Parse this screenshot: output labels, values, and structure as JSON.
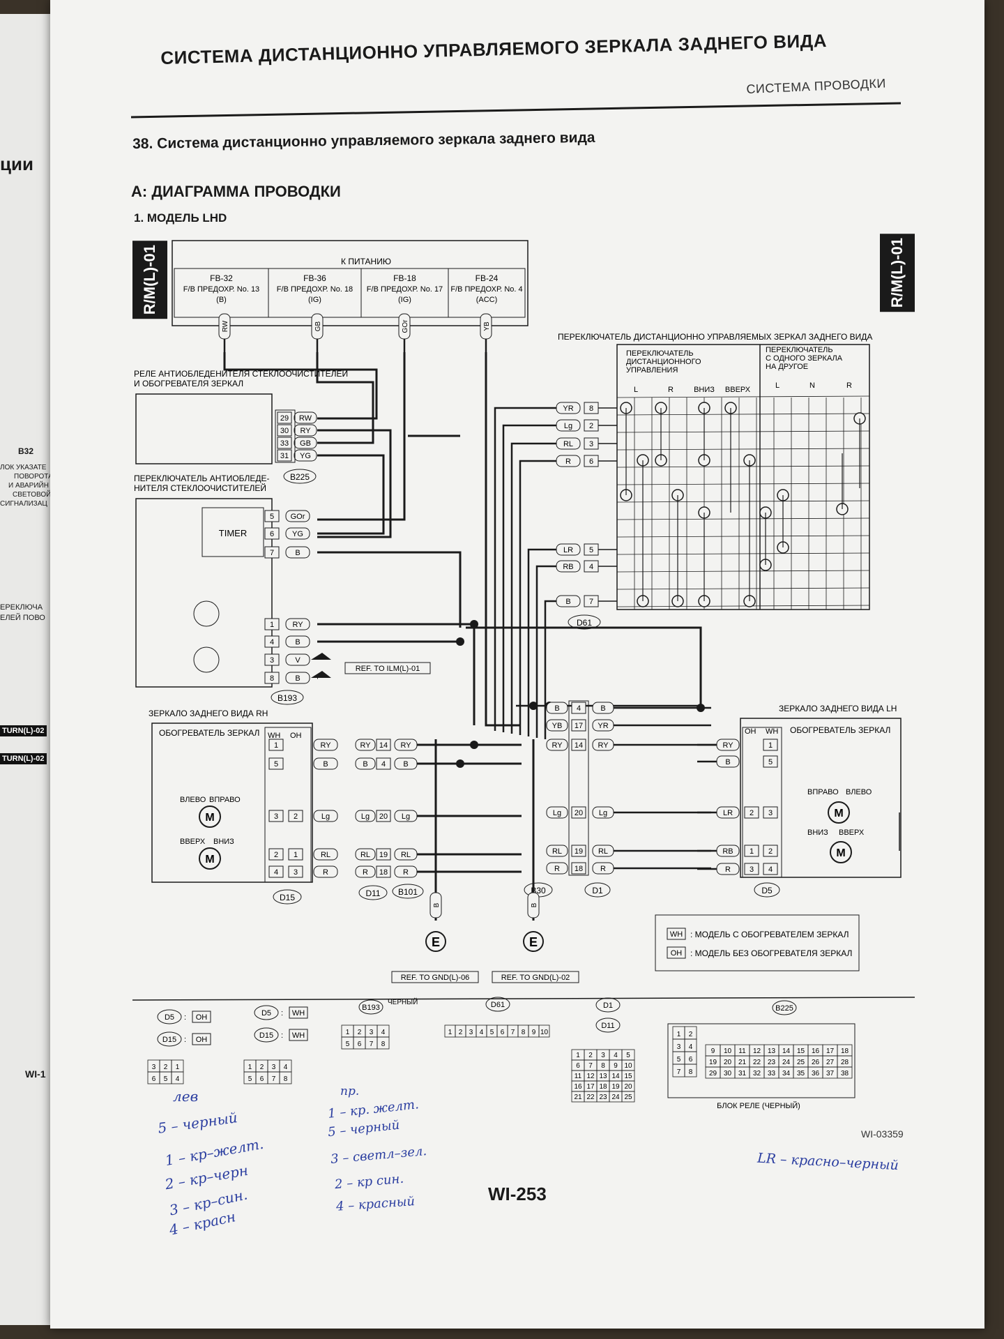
{
  "page": {
    "main_title": "СИСТЕМА ДИСТАНЦИОННО УПРАВЛЯЕМОГО ЗЕРКАЛА ЗАДНЕГО ВИДА",
    "section_label": "СИСТЕМА ПРОВОДКИ",
    "heading": "38. Система дистанционно управляемого зеркала заднего вида",
    "subheading": "A: ДИАГРАММА ПРОВОДКИ",
    "model": "1. МОДЕЛЬ LHD",
    "side_tag": "R/M(L)-01",
    "page_number": "WI-253",
    "ref_id": "WI-03359"
  },
  "left_page": {
    "lines": [
      "ции",
      "B32",
      "ЛОК УКАЗАТЕ",
      "ПОВОРОТА",
      "И АВАРИЙН",
      "СВЕТОВОЙ",
      "СИГНАЛИЗАЦ",
      "ЕРЕКЛЮЧА",
      "ЕЛЕЙ ПОВО",
      "TURN(L)-02",
      "TURN(L)-02",
      "WI-1"
    ]
  },
  "power": {
    "title": "К ПИТАНИЮ",
    "fuses": [
      {
        "name": "FB-32",
        "desc": "F/B ПРЕДОХР. No. 13",
        "src": "(B)",
        "wire": "RW"
      },
      {
        "name": "FB-36",
        "desc": "F/B ПРЕДОХР. No. 18",
        "src": "(IG)",
        "wire": "GB"
      },
      {
        "name": "FB-18",
        "desc": "F/B ПРЕДОХР. No. 17",
        "src": "(IG)",
        "wire": "GOr"
      },
      {
        "name": "FB-24",
        "desc": "F/B ПРЕДОХР. No. 4",
        "src": "(ACC)",
        "wire": "YB"
      }
    ]
  },
  "relay": {
    "title1": "РЕЛЕ АНТИОБЛЕДЕНИТЕЛЯ СТЕКЛООЧИСТИТЕЛЕЙ",
    "title2": "И ОБОГРЕВАТЕЛЯ ЗЕРКАЛ",
    "connector": "B225",
    "pins": [
      {
        "pin": "29",
        "wire": "RW"
      },
      {
        "pin": "30",
        "wire": "RY"
      },
      {
        "pin": "33",
        "wire": "GB"
      },
      {
        "pin": "31",
        "wire": "YG"
      }
    ]
  },
  "deicer_switch": {
    "title1": "ПЕРЕКЛЮЧАТЕЛЬ АНТИОБЛЕДЕ-",
    "title2": "НИТЕЛЯ СТЕКЛООЧИСТИТЕЛЕЙ",
    "timer": "TIMER",
    "connector": "B193",
    "ref": "REF. TO ILM(L)-01",
    "pins": [
      {
        "pin": "5",
        "wire": "GOr"
      },
      {
        "pin": "6",
        "wire": "YG"
      },
      {
        "pin": "7",
        "wire": "B"
      },
      {
        "pin": "1",
        "wire": "RY"
      },
      {
        "pin": "4",
        "wire": "B"
      },
      {
        "pin": "3",
        "wire": "V"
      },
      {
        "pin": "8",
        "wire": "B"
      }
    ]
  },
  "mirror_switch": {
    "title": "ПЕРЕКЛЮЧАТЕЛЬ ДИСТАНЦИОННО УПРАВЛЯЕМЫХ ЗЕРКАЛ ЗАДНЕГО ВИДА",
    "group1": [
      "ПЕРЕКЛЮЧАТЕЛЬ",
      "ДИСТАНЦИОННОГО",
      "УПРАВЛЕНИЯ"
    ],
    "group2": [
      "ПЕРЕКЛЮЧАТЕЛЬ",
      "С ОДНОГО ЗЕРКАЛА",
      "НА ДРУГОЕ"
    ],
    "cols1": [
      "L",
      "R",
      "ВНИЗ",
      "ВВЕРХ"
    ],
    "cols2": [
      "L",
      "N",
      "R"
    ],
    "connector": "D61",
    "pins": [
      {
        "pin": "8",
        "wire": "YR"
      },
      {
        "pin": "2",
        "wire": "Lg"
      },
      {
        "pin": "3",
        "wire": "RL"
      },
      {
        "pin": "6",
        "wire": "R"
      },
      {
        "pin": "5",
        "wire": "LR"
      },
      {
        "pin": "4",
        "wire": "RB"
      },
      {
        "pin": "7",
        "wire": "B"
      }
    ]
  },
  "mirror_rh": {
    "title": "ЗЕРКАЛО ЗАДНЕГО ВИДА RH",
    "heater": "ОБОГРЕВАТЕЛЬ ЗЕРКАЛ",
    "wh": "WH",
    "oh": "OH",
    "m1_left": "ВЛЕВО",
    "m1_right": "ВПРАВО",
    "m2_up": "ВВЕРХ",
    "m2_down": "ВНИЗ",
    "motor": "M",
    "connector": "D15",
    "conn2": "D11",
    "conn3": "B101",
    "pins": [
      {
        "a": "1",
        "b": "",
        "wire": "RY",
        "mid": "14",
        "out": "RY"
      },
      {
        "a": "5",
        "b": "",
        "wire": "B",
        "mid": "4",
        "out": "B"
      },
      {
        "a": "3",
        "b": "2",
        "wire": "Lg",
        "mid": "20",
        "out": "Lg"
      },
      {
        "a": "2",
        "b": "1",
        "wire": "RL",
        "mid": "19",
        "out": "RL"
      },
      {
        "a": "4",
        "b": "3",
        "wire": "R",
        "mid": "18",
        "out": "R"
      }
    ]
  },
  "mirror_lh": {
    "title": "ЗЕРКАЛО ЗАДНЕГО ВИДА LH",
    "heater": "ОБОГРЕВАТЕЛЬ ЗЕРКАЛ",
    "wh": "WH",
    "oh": "OH",
    "m1_right": "ВПРАВО",
    "m1_left": "ВЛЕВО",
    "m2_down": "ВНИЗ",
    "m2_up": "ВВЕРХ",
    "motor": "M",
    "connector": "D5",
    "pins": [
      {
        "a": "",
        "b": "1",
        "wire": "RY"
      },
      {
        "a": "",
        "b": "5",
        "wire": "B"
      },
      {
        "a": "2",
        "b": "3",
        "wire": "LR"
      },
      {
        "a": "1",
        "b": "2",
        "wire": "RB"
      },
      {
        "a": "3",
        "b": "4",
        "wire": "R"
      }
    ]
  },
  "center_conn": {
    "conn1": "B30",
    "conn2": "D1",
    "pins": [
      {
        "l": "B",
        "pin": "4",
        "r": "B"
      },
      {
        "l": "YB",
        "pin": "17",
        "r": "YR"
      },
      {
        "l": "RY",
        "pin": "14",
        "r": "RY"
      },
      {
        "l": "Lg",
        "pin": "20",
        "r": "Lg"
      },
      {
        "l": "RL",
        "pin": "19",
        "r": "RL"
      },
      {
        "l": "R",
        "pin": "18",
        "r": "R"
      }
    ]
  },
  "ground": {
    "symbol": "E",
    "wire": "B",
    "ref1": "REF. TO GND(L)-06",
    "ref2": "REF. TO GND(L)-02"
  },
  "legend": {
    "wh_key": "WH",
    "wh_text": ": МОДЕЛЬ С ОБОГРЕВАТЕЛЕМ ЗЕРКАЛ",
    "oh_key": "OH",
    "oh_text": ": МОДЕЛЬ БЕЗ ОБОГРЕВАТЕЛЯ ЗЕРКАЛ"
  },
  "connector_views": {
    "d5": "D5",
    "d15": "D15",
    "oh": "OH",
    "wh": "WH",
    "b193": "B193",
    "black": "ЧЕРНЫЙ",
    "d61": "D61",
    "d1": "D1",
    "d11": "D11",
    "b225": "B225",
    "relay_block": "БЛОК РЕЛЕ (ЧЕРНЫЙ)",
    "six_pin": [
      "3",
      "2",
      "1",
      "6",
      "5",
      "4"
    ],
    "eight_pin": [
      "1",
      "2",
      "3",
      "4",
      "5",
      "6",
      "7",
      "8"
    ],
    "ten_pin": [
      "1",
      "2",
      "3",
      "4",
      "5",
      "6",
      "7",
      "8",
      "9",
      "10"
    ],
    "d1_pins": [
      "1",
      "2",
      "3",
      "4",
      "5",
      "6",
      "7",
      "8",
      "9",
      "10",
      "11",
      "12",
      "13",
      "14",
      "15",
      "16",
      "17",
      "18",
      "19",
      "20",
      "21",
      "22",
      "23",
      "24",
      "25"
    ],
    "b225_pins": [
      "1",
      "2",
      "3",
      "4",
      "5",
      "6",
      "7",
      "8",
      "9",
      "10",
      "11",
      "12",
      "13",
      "14",
      "15",
      "16",
      "17",
      "18",
      "19",
      "20",
      "21",
      "22",
      "23",
      "24",
      "25",
      "26",
      "27",
      "28",
      "29",
      "30",
      "31",
      "32",
      "33",
      "34",
      "35",
      "36",
      "37",
      "38"
    ]
  },
  "notes": {
    "left_title": "лев",
    "left_lines": [
      "5 – черный",
      "1 – кр–желт.",
      "2 – кр–черн",
      "3 – кр–син.",
      "4 – красн"
    ],
    "right_title": "пр.",
    "right_lines": [
      "1 – кр. желт.",
      "5 – черный",
      "3 – светл–зел.",
      "2 – кр син.",
      "4 – красный"
    ],
    "lr_note": "LR – красно–черный"
  },
  "colors": {
    "paper": "#f3f3f1",
    "ink": "#1a1a1a",
    "pen": "#2b3ea0",
    "background": "#3a3228"
  }
}
